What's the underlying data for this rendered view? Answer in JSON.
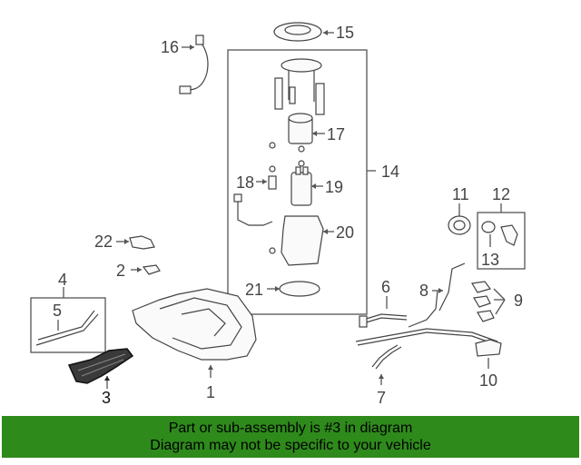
{
  "diagram": {
    "callouts": {
      "c1": "1",
      "c2": "2",
      "c3": "3",
      "c4": "4",
      "c5": "5",
      "c6": "6",
      "c7": "7",
      "c8": "8",
      "c9": "9",
      "c10": "10",
      "c11": "11",
      "c12": "12",
      "c13": "13",
      "c14": "14",
      "c15": "15",
      "c16": "16",
      "c17": "17",
      "c18": "18",
      "c19": "19",
      "c20": "20",
      "c21": "21",
      "c22": "22"
    },
    "highlighted_part": "3",
    "colors": {
      "line": "#555555",
      "highlighted_part": "#1a1a1a",
      "banner_background": "#2f8a1c",
      "banner_text": "#000000"
    }
  },
  "banner": {
    "line1": "Part or sub-assembly is #3 in diagram",
    "line2": "Diagram may not be specific to your vehicle"
  }
}
